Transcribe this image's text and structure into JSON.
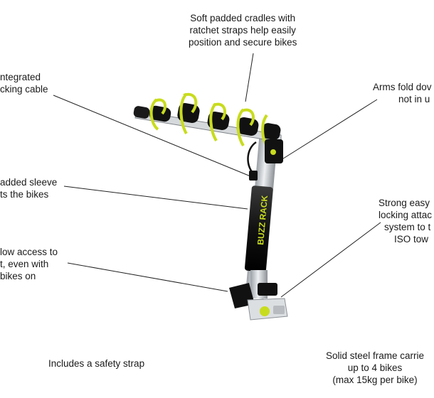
{
  "callouts": {
    "padded_cradles": [
      "Soft padded cradles with",
      "ratchet straps help easily",
      "position and secure bikes"
    ],
    "locking_cable": [
      "ntegrated",
      "cking cable"
    ],
    "arms_fold": [
      "Arms fold dov",
      "not in u"
    ],
    "padded_sleeve": [
      "added sleeve",
      "ts the bikes"
    ],
    "attach_system": [
      "Strong easy",
      "locking attac",
      "system to t",
      "ISO tow"
    ],
    "tilt_access": [
      "low access to",
      "t, even with",
      "bikes on"
    ],
    "safety_strap": [
      "Includes a safety strap"
    ],
    "steel_frame": [
      "Solid steel frame carrie",
      "up to 4 bikes",
      "(max 15kg per bike)"
    ]
  },
  "product": {
    "brand_text": "BUZZ RACK"
  },
  "colors": {
    "accent": "#c8dc1e",
    "body": "#111111",
    "mast": "#bfc3c7",
    "leader": "#222222"
  }
}
